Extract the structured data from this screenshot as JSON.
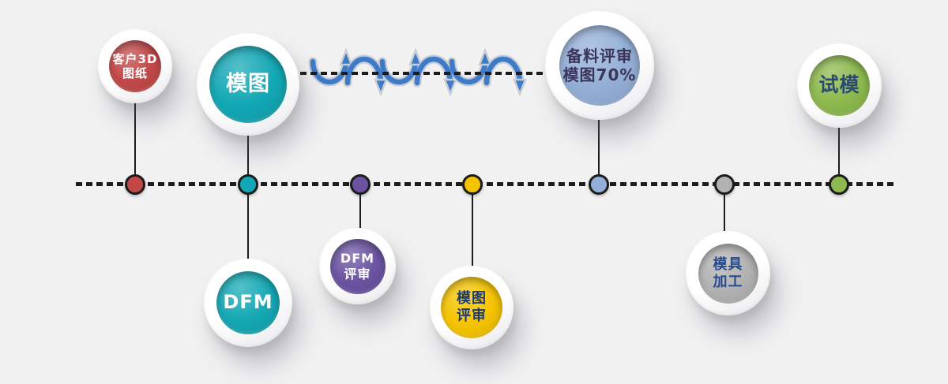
{
  "diagram": {
    "title": "mold-development-process-timeline",
    "background": "#f1f1f2",
    "line_color": "#1c1c1c",
    "cycle_arrows": {
      "color": "#3d7bc8",
      "outline": "#c8cdd4"
    },
    "nodes": [
      {
        "id": "customer-3d-drawing",
        "lines": [
          "客户3D",
          "图纸"
        ],
        "color": "#c24848",
        "text_color": "#ffffff"
      },
      {
        "id": "mold-drawing",
        "lines": [
          "模图"
        ],
        "color": "#12a7b4",
        "text_color": "#ffffff"
      },
      {
        "id": "material-prep-review",
        "lines": [
          "备料评审",
          "模图70%"
        ],
        "color": "#94afd7",
        "text_color": "#3a3559"
      },
      {
        "id": "trial-mold",
        "lines": [
          "试模"
        ],
        "color": "#8db94e",
        "text_color": "#2b4a6e"
      },
      {
        "id": "dfm",
        "lines": [
          "DFM"
        ],
        "color": "#14a8b4",
        "text_color": "#ffffff"
      },
      {
        "id": "dfm-review",
        "lines": [
          "DFM",
          "评审"
        ],
        "color": "#6b53a1",
        "text_color": "#ffffff"
      },
      {
        "id": "mold-drawing-review",
        "lines": [
          "模图",
          "评审"
        ],
        "color": "#f5c400",
        "text_color": "#1d3a6e"
      },
      {
        "id": "mold-machining",
        "lines": [
          "模具",
          "加工"
        ],
        "color": "#b3b2b3",
        "text_color": "#274b8f"
      }
    ],
    "timeline_dots": [
      {
        "step": "customer-3d-drawing",
        "color": "#c24848"
      },
      {
        "step": "mold-drawing",
        "color": "#12a7b4"
      },
      {
        "step": "dfm-review",
        "color": "#6b53a1"
      },
      {
        "step": "mold-drawing-review",
        "color": "#f5c400"
      },
      {
        "step": "material-prep-review",
        "color": "#94afd7"
      },
      {
        "step": "mold-machining",
        "color": "#b3b2b3"
      },
      {
        "step": "trial-mold",
        "color": "#8db94e"
      }
    ]
  }
}
